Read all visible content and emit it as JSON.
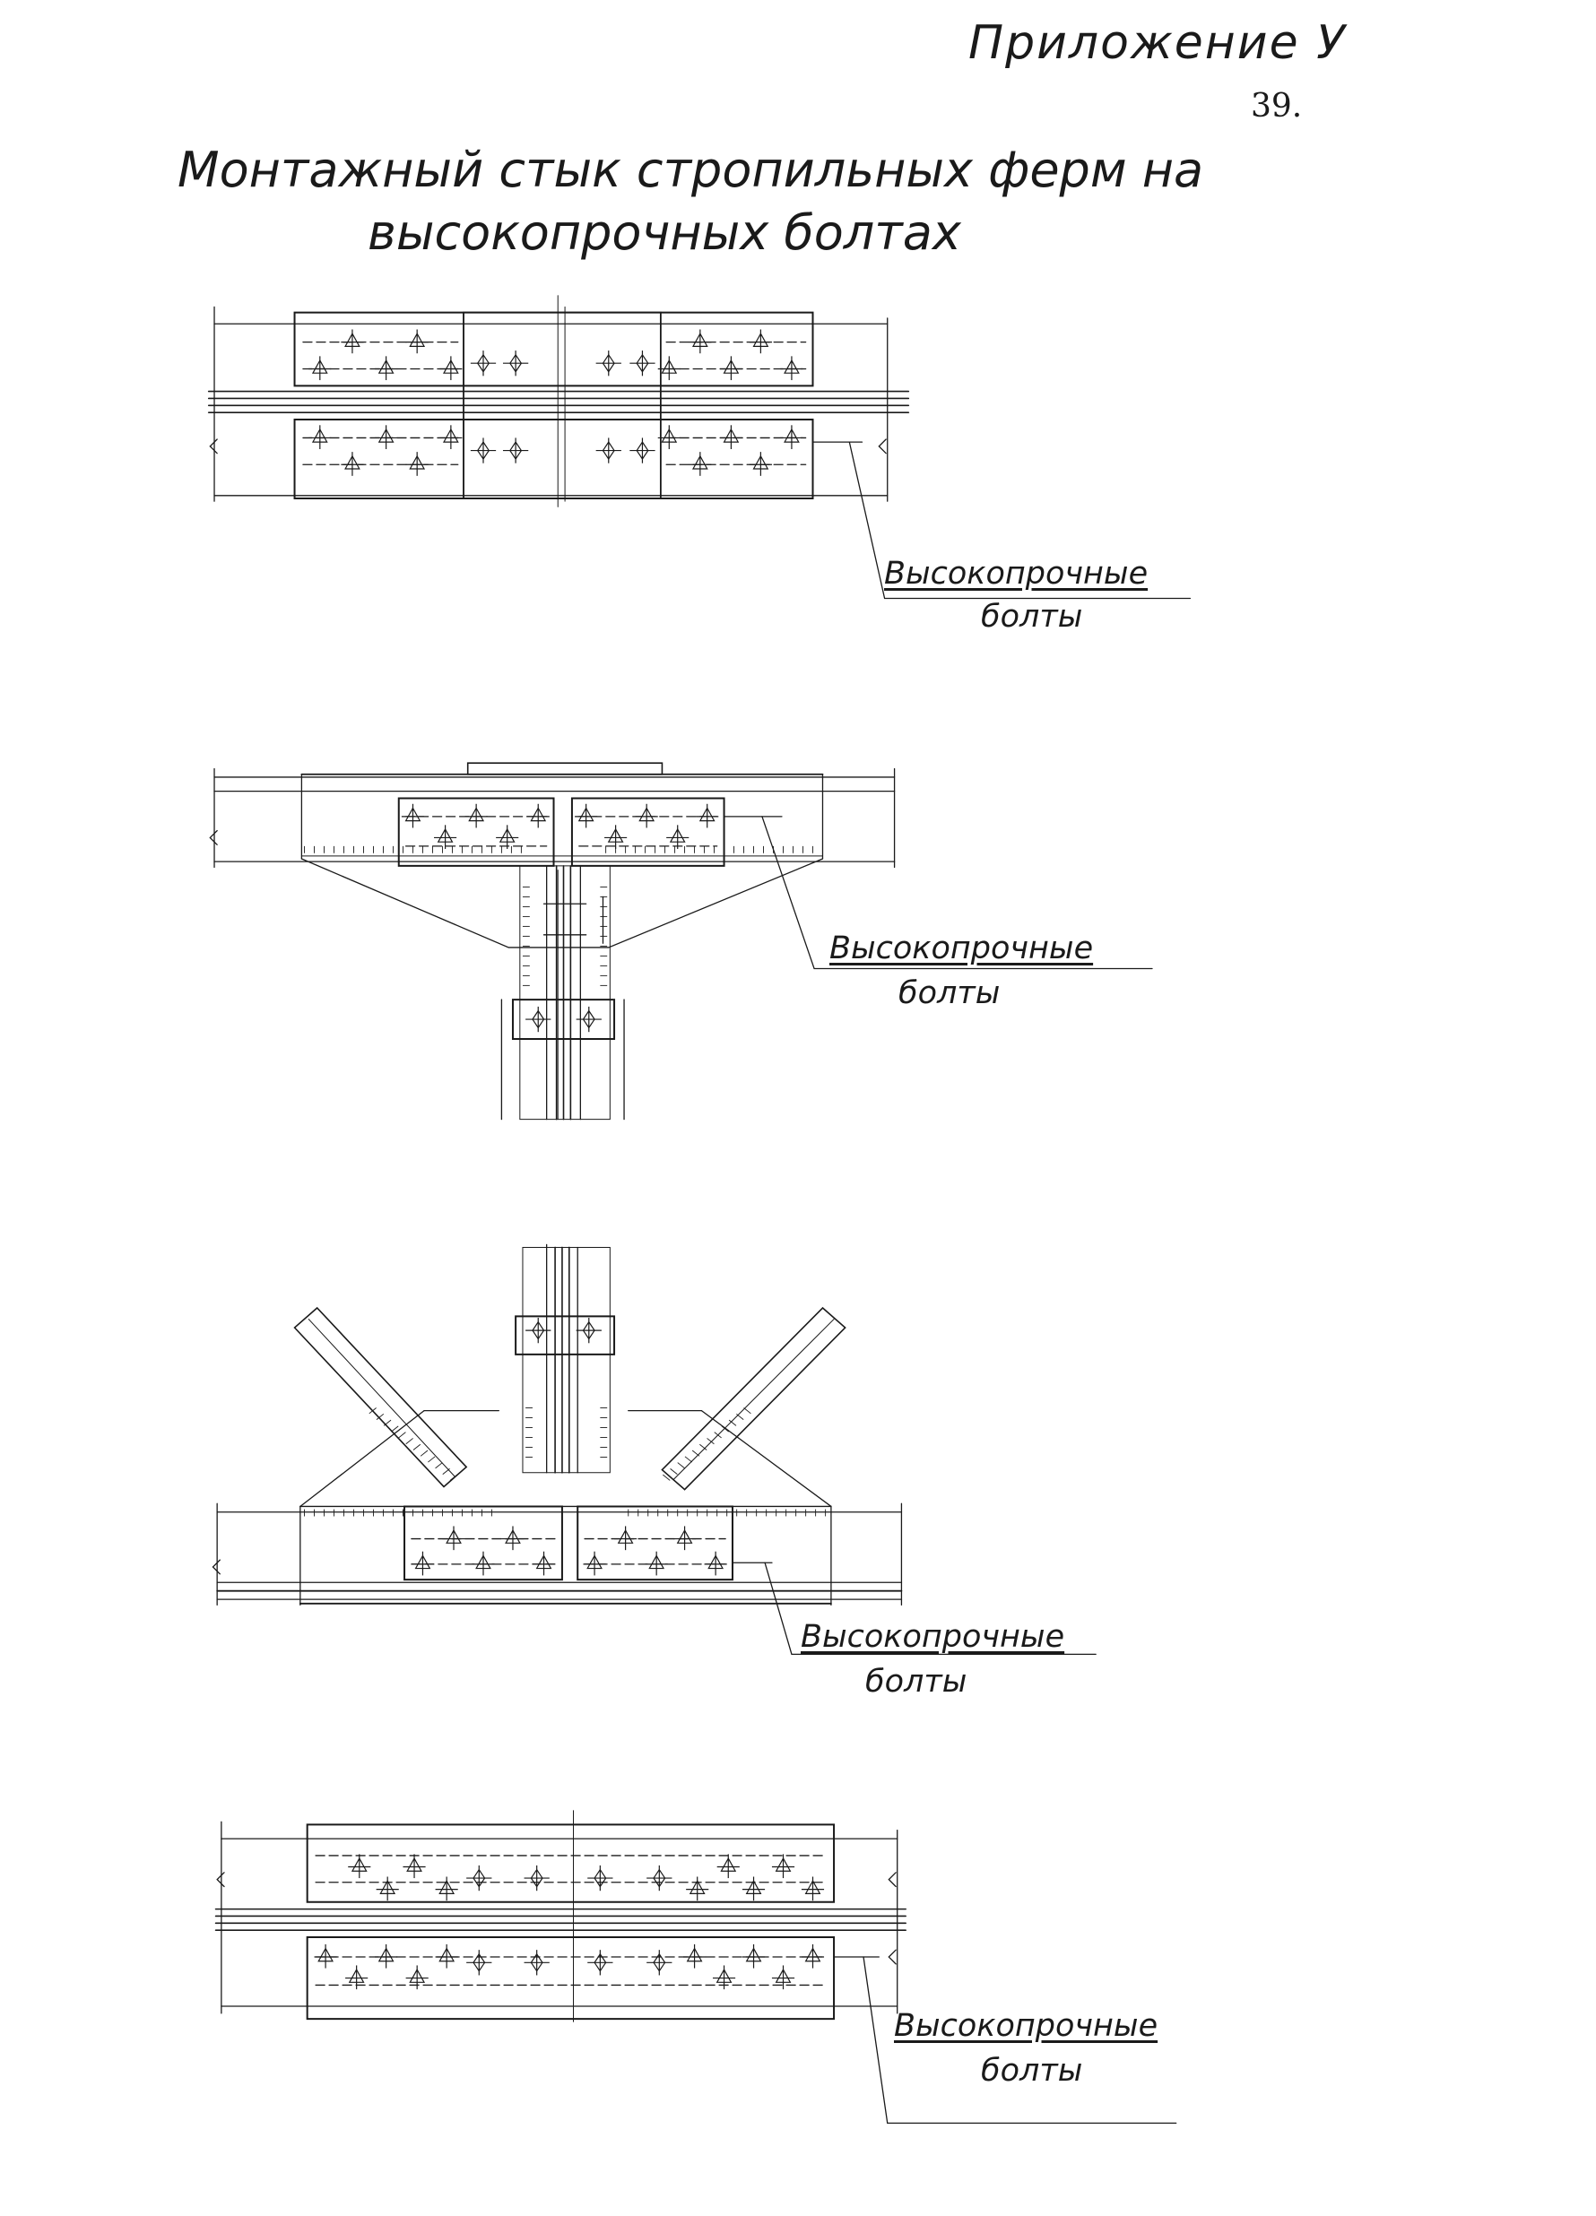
{
  "header": {
    "appendix": "Приложение У",
    "page_number": "39."
  },
  "title": {
    "line1": "Монтажный стык стропильных ферм на",
    "line2": "высокопрочных болтах"
  },
  "callouts": [
    {
      "line1": "Высокопрочные",
      "line2": "болты"
    },
    {
      "line1": "Высокопрочные",
      "line2": "болты"
    },
    {
      "line1": "Высокопрочные",
      "line2": "болты"
    },
    {
      "line1": "Высокопрочные",
      "line2": "болты"
    }
  ],
  "colors": {
    "ink": "#1a1a1a",
    "paper": "#ffffff"
  },
  "figures": [
    {
      "id": "fig-1",
      "type": "splice-both-chords"
    },
    {
      "id": "fig-2",
      "type": "top-chord-node-with-vertical"
    },
    {
      "id": "fig-3",
      "type": "bottom-chord-node-with-diagonals"
    },
    {
      "id": "fig-4",
      "type": "splice-both-chords"
    }
  ]
}
